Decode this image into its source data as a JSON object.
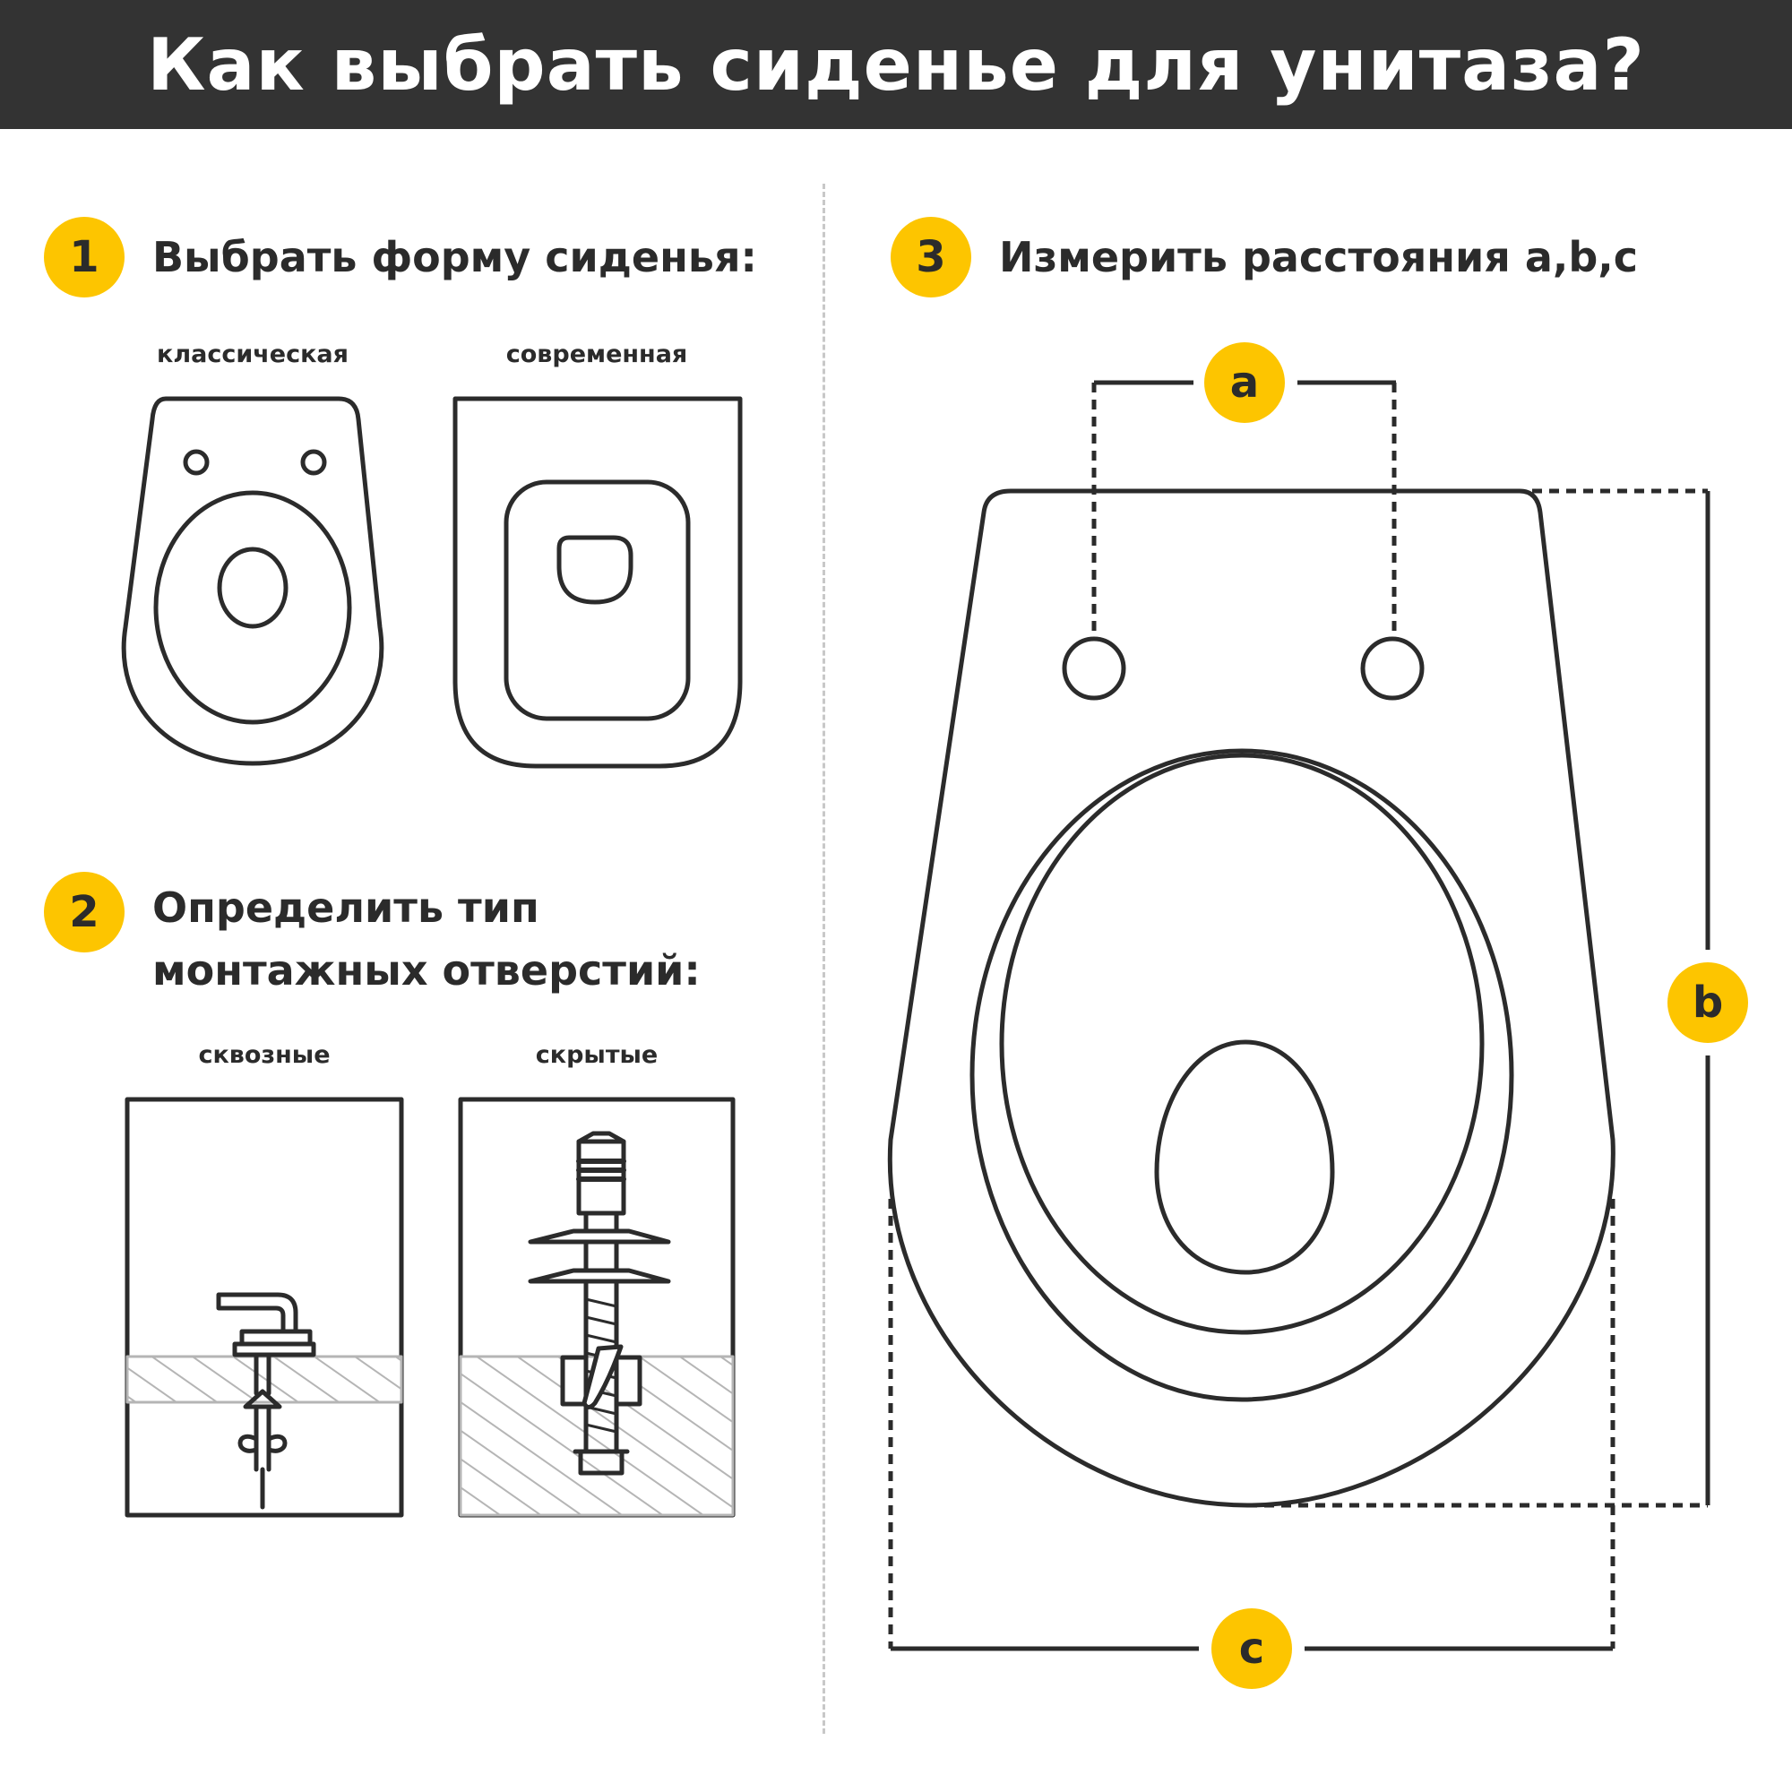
{
  "header": {
    "title": "Как выбрать сиденье для унитаза?"
  },
  "steps": [
    {
      "number": "1",
      "title": "Выбрать форму сиденья:"
    },
    {
      "number": "2",
      "title_line1": "Определить тип",
      "title_line2": "монтажных отверстий:"
    },
    {
      "number": "3",
      "title": "Измерить расстояния a,b,c"
    }
  ],
  "shapes": {
    "classic": "классическая",
    "modern": "современная"
  },
  "mounts": {
    "through": "сквозные",
    "hidden": "скрытые"
  },
  "dimensions": {
    "a": "a",
    "b": "b",
    "c": "c"
  },
  "colors": {
    "accent": "#fdc500",
    "header_bg": "#333333",
    "stroke": "#2b2b2b",
    "surface": "#d9d9d9"
  }
}
